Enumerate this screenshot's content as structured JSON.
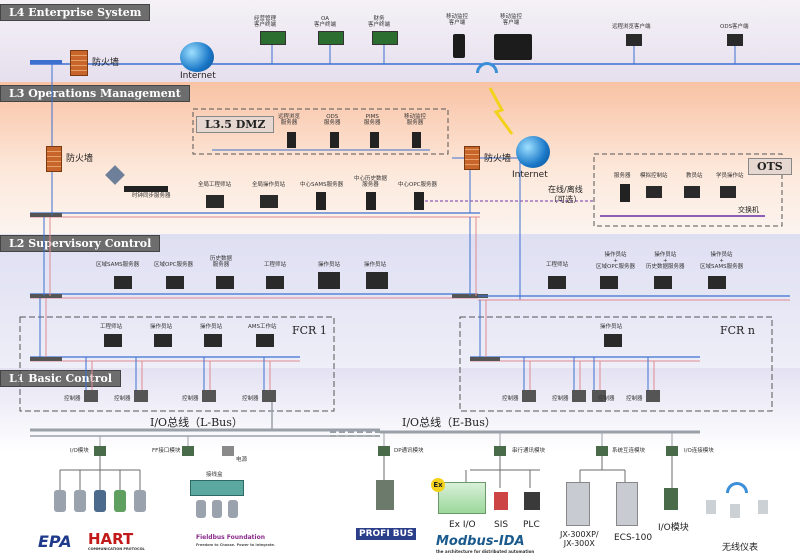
{
  "levels": {
    "l4": "L4 Enterprise System",
    "l3": "L3 Operations Management",
    "l2": "L2 Supervisory Control",
    "l1": "L1 Basic Control",
    "dmz": "L3.5 DMZ",
    "ots": "OTS"
  },
  "l4": {
    "firewall": "防火墙",
    "internet": "Internet",
    "laptops": [
      "经营管理\n客户终端",
      "OA\n客户终端",
      "财务\n客户终端"
    ],
    "mobile": "移动监控\n客户端",
    "tablet": "移动监控\n客户端",
    "remote_client": "远程浏览客户端",
    "ods_client": "ODS客户端"
  },
  "dmz_servers": [
    "远程浏览\n服务器",
    "ODS\n服务器",
    "PIMS\n服务器",
    "移动监控\n服务器"
  ],
  "l3": {
    "firewall_left": "防火墙",
    "firewall_right": "防火墙",
    "internet": "Internet",
    "time_server": "时钟同步服务器",
    "stations": [
      "全局工程师站",
      "全局操作员站",
      "中心SAMS服务器",
      "中心历史数据\n服务器",
      "中心OPC服务器"
    ],
    "online_offline": "在线/离线\n（可选）",
    "ots_nodes": [
      "服务器",
      "模拟控制站",
      "教员站",
      "学员操作站"
    ],
    "switch": "交换机"
  },
  "l2": {
    "left": [
      "区域SAMS服务器",
      "区域OPC服务器",
      "历史数据\n服务器",
      "工程师站",
      "操作员站",
      "操作员站"
    ],
    "right": [
      "工程师站",
      "操作员站\n+\n区域OPC服务器",
      "操作员站\n+\n历史数据服务器",
      "操作员站\n+\n区域SAMS服务器"
    ],
    "fcr1": "FCR 1",
    "fcrn": "FCR n",
    "fcr1_stations": [
      "工程师站",
      "操作员站",
      "操作员站",
      "AMS工作站"
    ],
    "fcrn_station": "操作员站"
  },
  "l1": {
    "controller": "控制器",
    "lbus": "I/O总线（L-Bus）",
    "ebus": "I/O总线（E-Bus）",
    "io_module": "I/O模块",
    "ff_module": "FF接口模块",
    "power": "电源",
    "junction": "接线盒",
    "dp_module": "DP通讯模块",
    "serial_module": "串行通讯模块",
    "sys_module": "系统互连模块",
    "io_link_module": "I/O连接模块",
    "ex_io": "Ex I/O",
    "sis": "SIS",
    "plc": "PLC",
    "jx": "JX-300XP/\nJX-300X",
    "ecs": "ECS-100",
    "io_block": "I/O模块",
    "wireless": "无线仪表"
  },
  "logos": {
    "epa": "EPA",
    "hart": "HART",
    "hart_sub": "COMMUNICATION PROTOCOL",
    "fieldbus": "Fieldbus Foundation",
    "fieldbus_sub": "Freedom to Choose. Power to Integrate.",
    "profibus": "PROFI BUS",
    "modbus": "Modbus-IDA",
    "modbus_sub": "the architecture for distributed automation",
    "ex": "Ex"
  },
  "colors": {
    "l4_band": "#ece6f1",
    "l3_band": "#fbd2bc",
    "l2_band": "#e6e6f4",
    "l1_band": "#eceaf6",
    "blue_net": "#3c6fd0",
    "pink_net": "#e08a92",
    "ebus_line": "#9aa0a8",
    "ots_line": "#8c5fb6"
  }
}
